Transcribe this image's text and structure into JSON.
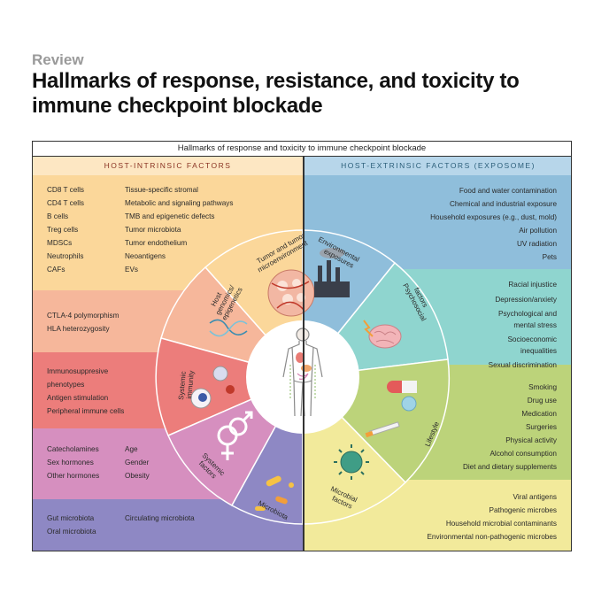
{
  "header": {
    "section": "Review",
    "title": "Hallmarks of response, resistance, and toxicity to immune checkpoint blockade"
  },
  "figure": {
    "title": "Hallmarks of response and toxicity to immune checkpoint blockade",
    "left_heading": "HOST-INTRINSIC FACTORS",
    "right_heading": "HOST-EXTRINSIC FACTORS (EXPOSOME)",
    "tumor": {
      "col1": [
        "CD8 T cells",
        "CD4 T cells",
        "B cells",
        "Treg cells",
        "MDSCs",
        "Neutrophils",
        "CAFs"
      ],
      "col2": [
        "Tissue-specific stromal",
        "Metabolic and signaling pathways",
        "TMB and epigenetic defects",
        "Tumor microbiota",
        "Tumor endothelium",
        "Neoantigens",
        "EVs"
      ],
      "label_line1": "Tumor and tumor",
      "label_line2": "microenvironment"
    },
    "genomics": {
      "items": [
        "CTLA-4 polymorphism",
        "HLA heterozygosity"
      ],
      "label_line1": "Host",
      "label_line2": "genomics/",
      "label_line3": "epigenetics"
    },
    "immunity": {
      "items": [
        "Immunosuppresive",
        "phenotypes",
        "Antigen stimulation",
        "Peripheral immune cells"
      ],
      "label_line1": "Systemic",
      "label_line2": "immunity"
    },
    "systemic": {
      "col1": [
        "Catecholamines",
        "Sex hormones",
        "Other hormones"
      ],
      "col2": [
        "Age",
        "Gender",
        "Obesity"
      ],
      "label_line1": "Systemic",
      "label_line2": "factors"
    },
    "microbiota": {
      "col1": [
        "Gut microbiota",
        "Oral microbiota"
      ],
      "col2": [
        "Circulating microbiota"
      ],
      "label": "Microbiota"
    },
    "environmental": {
      "items": [
        "Food and water contamination",
        "Chemical and industrial exposure",
        "Household exposures (e.g., dust, mold)",
        "Air pollution",
        "UV radiation",
        "Pets"
      ],
      "label_line1": "Environmental",
      "label_line2": "exposures"
    },
    "psychosocial": {
      "items": [
        "Racial injustice",
        "Depression/anxiety",
        "Psychological and",
        "mental stress",
        "Socioeconomic",
        "inequalities",
        "Sexual discrimination"
      ],
      "label_line1": "Psychosocial",
      "label_line2": "factors"
    },
    "lifestyle": {
      "items": [
        "Smoking",
        "Drug use",
        "Medication",
        "Surgeries",
        "Physical activity",
        "Alcohol consumption",
        "Diet and dietary supplements"
      ],
      "label": "Lifestyle"
    },
    "microbial": {
      "items": [
        "Viral antigens",
        "Pathogenic microbes",
        "Household microbial contaminants",
        "Environmental non-pathogenic microbes"
      ],
      "label_line1": "Microbial",
      "label_line2": "factors"
    },
    "colors": {
      "tumor": "#fbd79a",
      "genomics": "#f6b79b",
      "immunity": "#ec7d7b",
      "systemic": "#d68fbf",
      "microbiota": "#8e88c4",
      "environmental": "#8fbedb",
      "psychosocial": "#8fd5cf",
      "lifestyle": "#bcd37a",
      "microbial": "#f2ea9b"
    }
  }
}
